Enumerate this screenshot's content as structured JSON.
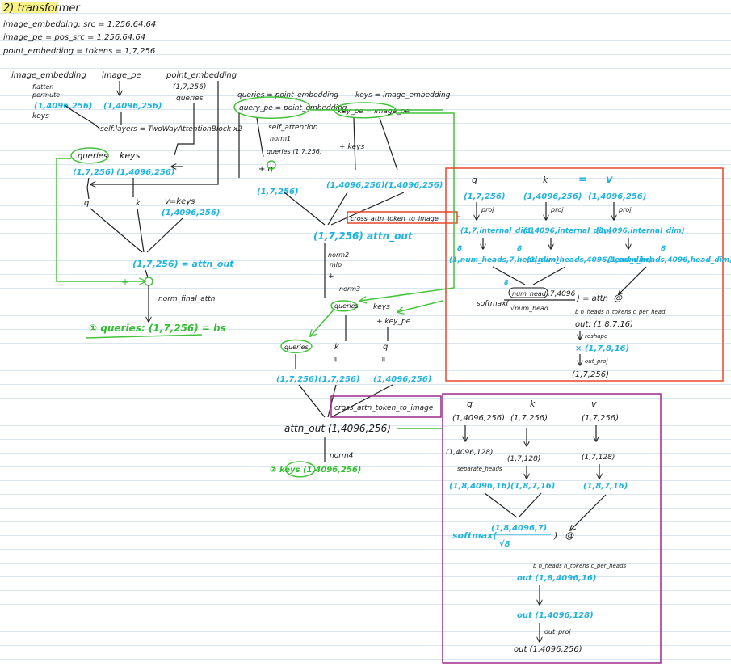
{
  "title": "2) transformer",
  "header": {
    "line1": "image_embedding: src = 1,256,64,64",
    "line2": "image_pe = pos_src = 1,256,64,64",
    "line3": "point_embedding = tokens = 1,7,256"
  },
  "left": {
    "image_embedding": "image_embedding",
    "flatten": "flatten",
    "permute": "permute",
    "ie_shape": "(1,4096,256)",
    "keys_label": "keys",
    "image_pe": "image_pe",
    "ipe_shape": "(1,4096,256)",
    "point_embedding": "point_embedding",
    "pt_shape": "(1,7,256)",
    "queries_label": "queries",
    "self_layers": "self.layers = TwoWayAttentionBlock x2",
    "queries": "queries",
    "keys": "keys",
    "q_shape": "(1,7,256)",
    "k_shape": "(1,4096,256)",
    "q": "q",
    "k": "k",
    "v_eq": "v=keys",
    "v_shape": "(1,4096,256)",
    "attn_out": "(1,7,256) = attn_out",
    "norm_final": "norm_final_attn",
    "plus": "+",
    "result": "① queries: (1,7,256) = hs"
  },
  "mid": {
    "queries_eq": "queries = point_embedding",
    "query_pe": "query_pe = point_embedding",
    "keys_eq": "keys = image_embedding",
    "key_pe": "key_pe = image_pe",
    "self_attention": "self_attention",
    "norm1": "norm1",
    "queries_shape": "queries (1,7,256)",
    "plus_q": "+ q",
    "plus_keys": "+ keys",
    "q1": "(1,7,256)",
    "k1": "(1,4096,256)",
    "v1": "(1,4096,256)",
    "cross_t2i": "cross_attn_token_to_image",
    "attn_out1": "(1,7,256) attn_out",
    "norm2": "norm2",
    "mlp": "mlp",
    "plus_small": "+",
    "norm3": "norm3",
    "queries_circ": "queries",
    "keys2": "keys",
    "plus_key_pe": "+ key_pe",
    "queries2": "queries",
    "k_lbl": "k",
    "q_lbl": "q",
    "eq": "=",
    "v2": "(1,7,256)",
    "k2": "(1,7,256)",
    "q2": "(1,4096,256)",
    "cross_i2t": "cross_attn_token_to_image",
    "attn_out2": "attn_out (1,4096,256)",
    "norm4": "norm4",
    "result2": "② keys (1,4096,256)"
  },
  "box1": {
    "q": "q",
    "k": "k",
    "v": "v",
    "eq": "=",
    "q_shape": "(1,7,256)",
    "k_shape": "(1,4096,256)",
    "v_shape": "(1,4096,256)",
    "proj": "proj",
    "q_int": "(1,7,internal_dim)",
    "k_int": "(1,4096,internal_dim)",
    "v_int": "(1,4096,internal_dim)",
    "split": "8",
    "q_heads": "(1,num_heads,7,head_dim)",
    "k_heads": "(1,num_heads,4096,head_dim)",
    "v_heads": "(1,num_heads,4096,head_dim)",
    "softmax": "softmax(",
    "num_head": "num_head",
    "frac_rest": ",7,4096",
    "denom": "√num_head",
    "attn": ") = attn",
    "at": "@",
    "out_head": "b  n_heads n_tokens  c_per_head",
    "out": "out: (1,8,7,16)",
    "reshape": "reshape",
    "reshaped": "× (1,7,8,16)",
    "out_proj": "out_proj",
    "final": "(1,7,256)"
  },
  "box2": {
    "q": "q",
    "k": "k",
    "v": "v",
    "q_shape": "(1,4096,256)",
    "k_shape": "(1,7,256)",
    "v_shape": "(1,7,256)",
    "q_128": "(1,4096,128)",
    "k_128": "(1,7,128)",
    "v_128": "(1,7,128)",
    "separate_heads": "separate_heads",
    "q_heads": "(1,8,4096,16)",
    "k_heads": "(1,8,7,16)",
    "v_heads": "(1,8,7,16)",
    "softmax": "softmax(",
    "frac_top": "(1,8,4096,7)",
    "frac_bot": "√8",
    "close": ")",
    "at": "@",
    "out_head": "b  n_heads  n_tokens  c_per_heads",
    "out": "out (1,8,4096,16)",
    "out_b": "out (1,4096,128)",
    "out_proj": "out_proj",
    "final": "out (1,4096,256)"
  },
  "colors": {
    "cyan": "#1fb3e0",
    "green": "#2fbf2f",
    "orange": "#e8472a",
    "purple": "#9b2a8c",
    "highlight": "#f7f06a"
  }
}
